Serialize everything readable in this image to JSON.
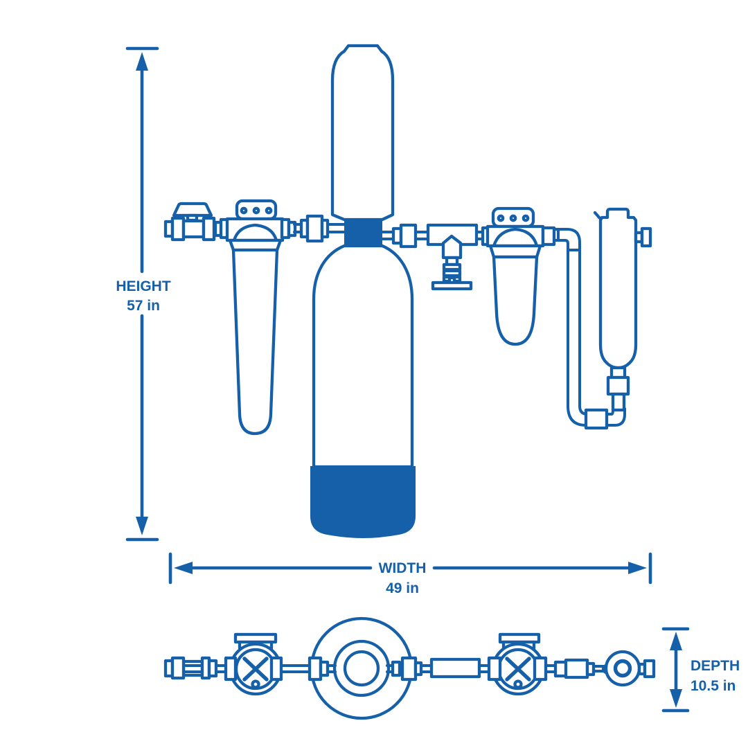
{
  "dimensions": {
    "height": {
      "label": "HEIGHT",
      "value": "57 in"
    },
    "width": {
      "label": "WIDTH",
      "value": "49 in"
    },
    "depth": {
      "label": "DEPTH",
      "value": "10.5 in"
    }
  },
  "colors": {
    "line": "#1660a9",
    "background": "#ffffff"
  }
}
